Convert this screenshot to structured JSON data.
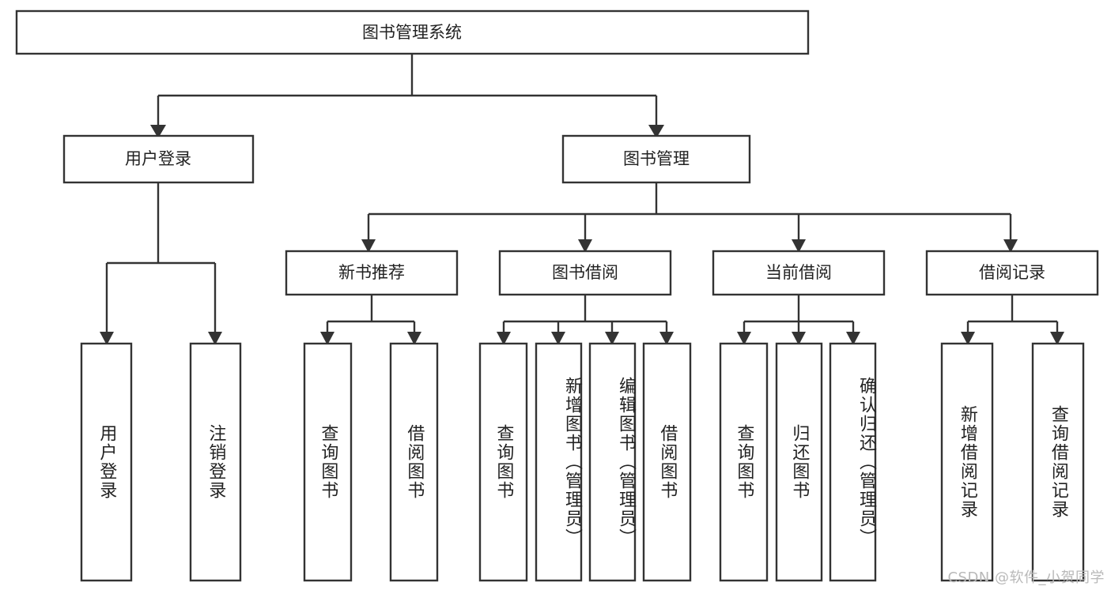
{
  "diagram": {
    "type": "tree-hierarchy",
    "title": "图书管理系统",
    "orientation": "top-down",
    "colors": {
      "box_stroke": "#333333",
      "box_fill": "#ffffff",
      "text": "#222222",
      "background": "#ffffff",
      "watermark": "#b9b9b9"
    },
    "levels": {
      "root": {
        "label": "图书管理系统"
      },
      "level2": [
        {
          "id": "user-login",
          "label": "用户登录"
        },
        {
          "id": "book-manage",
          "label": "图书管理"
        }
      ],
      "level3": [
        {
          "id": "new-book-recommend",
          "label": "新书推荐",
          "parent": "book-manage"
        },
        {
          "id": "book-borrow",
          "label": "图书借阅",
          "parent": "book-manage"
        },
        {
          "id": "current-borrow",
          "label": "当前借阅",
          "parent": "book-manage"
        },
        {
          "id": "borrow-record",
          "label": "借阅记录",
          "parent": "book-manage"
        }
      ],
      "leaves": [
        {
          "id": "leaf-user-login",
          "label": "用户登录",
          "parent": "user-login"
        },
        {
          "id": "leaf-logout-login",
          "label": "注销登录",
          "parent": "user-login"
        },
        {
          "id": "leaf-query-book-1",
          "label": "查询图书",
          "parent": "new-book-recommend"
        },
        {
          "id": "leaf-borrow-book-1",
          "label": "借阅图书",
          "parent": "new-book-recommend"
        },
        {
          "id": "leaf-query-book-2",
          "label": "查询图书",
          "parent": "book-borrow"
        },
        {
          "id": "leaf-add-book",
          "label": "新增图书（管理员）",
          "parent": "book-borrow"
        },
        {
          "id": "leaf-edit-book",
          "label": "编辑图书（管理员）",
          "parent": "book-borrow"
        },
        {
          "id": "leaf-borrow-book-2",
          "label": "借阅图书",
          "parent": "book-borrow"
        },
        {
          "id": "leaf-query-book-3",
          "label": "查询图书",
          "parent": "current-borrow"
        },
        {
          "id": "leaf-return-book",
          "label": "归还图书",
          "parent": "current-borrow"
        },
        {
          "id": "leaf-confirm-return",
          "label": "确认归还（管理员）",
          "parent": "current-borrow"
        },
        {
          "id": "leaf-add-record",
          "label": "新增借阅记录",
          "parent": "borrow-record"
        },
        {
          "id": "leaf-query-record",
          "label": "查询借阅记录",
          "parent": "borrow-record"
        }
      ]
    },
    "watermark": "CSDN @软件_小贺同学"
  }
}
